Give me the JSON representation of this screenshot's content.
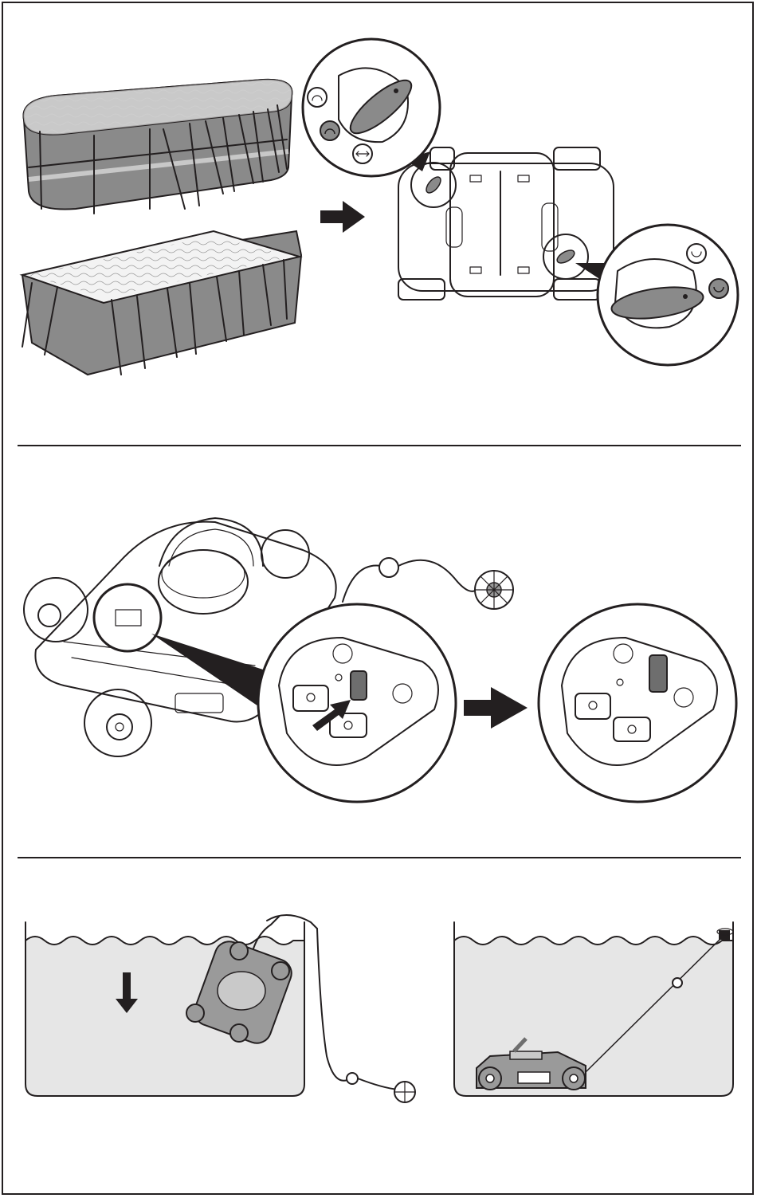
{
  "colors": {
    "ink": "#231f20",
    "pool_wall": "#8a8a8a",
    "water": "#e6e6e6",
    "robot_body": "#9a9a9a",
    "button_dark": "#6e6e6e"
  },
  "icons": {
    "rotate_left": "counterclockwise-arrow-icon",
    "rotate_left_filled": "counterclockwise-arrow-filled-icon",
    "horizontal": "double-headed-horizontal-arrow-icon",
    "rotate_right": "clockwise-arrow-icon",
    "rotate_right_filled": "clockwise-arrow-filled-icon",
    "next_step": "right-arrow-icon",
    "down": "down-arrow-icon"
  },
  "steps": [
    {
      "id": "wheel-setting",
      "figures": [
        "oval-pool",
        "rectangular-pool",
        "robot-underside",
        "dial-zoom-left",
        "dial-zoom-right"
      ]
    },
    {
      "id": "power-switch",
      "figures": [
        "robot-top",
        "floating-cable",
        "switch-zoom-off",
        "switch-zoom-on"
      ]
    },
    {
      "id": "submerge",
      "figures": [
        "robot-lowering",
        "robot-on-floor"
      ]
    }
  ]
}
